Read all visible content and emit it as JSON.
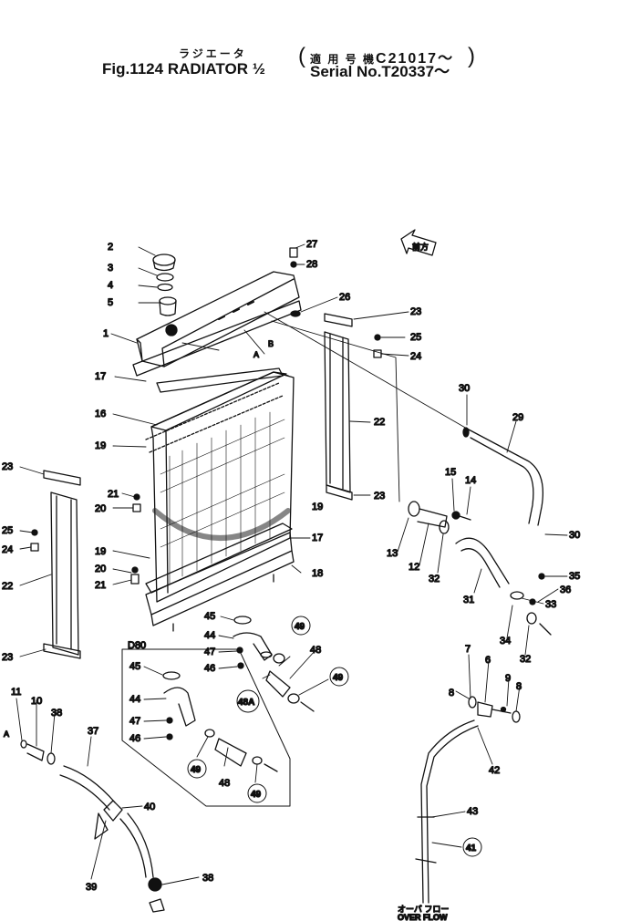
{
  "header": {
    "jp_title": "ラジエータ",
    "jp_serial": "適 用 号 機",
    "fig_title": "Fig.1124 RADIATOR ½",
    "serial_jp_value": "C21017～",
    "serial_en": "Serial No.T20337～",
    "paren_open": "(",
    "paren_close": ")"
  },
  "labels": {
    "front_mark": "前方",
    "inset_title": "D80",
    "overflow_jp": "オーバ フロー",
    "overflow_en": "OVER FLOW",
    "ref_a": "A",
    "ref_b": "B",
    "ref_a2": "A"
  },
  "callouts": [
    {
      "id": "c2",
      "text": "2"
    },
    {
      "id": "c3",
      "text": "3"
    },
    {
      "id": "c4",
      "text": "4"
    },
    {
      "id": "c5",
      "text": "5"
    },
    {
      "id": "c1",
      "text": "1"
    },
    {
      "id": "c17a",
      "text": "17"
    },
    {
      "id": "c16",
      "text": "16"
    },
    {
      "id": "c19a",
      "text": "19"
    },
    {
      "id": "c27",
      "text": "27"
    },
    {
      "id": "c28",
      "text": "28"
    },
    {
      "id": "c26",
      "text": "26"
    },
    {
      "id": "c23a",
      "text": "23"
    },
    {
      "id": "c25a",
      "text": "25"
    },
    {
      "id": "c24a",
      "text": "24"
    },
    {
      "id": "c22a",
      "text": "22"
    },
    {
      "id": "c23b",
      "text": "23"
    },
    {
      "id": "c30a",
      "text": "30"
    },
    {
      "id": "c29",
      "text": "29"
    },
    {
      "id": "c30b",
      "text": "30"
    },
    {
      "id": "c15",
      "text": "15"
    },
    {
      "id": "c14",
      "text": "14"
    },
    {
      "id": "c13",
      "text": "13"
    },
    {
      "id": "c12",
      "text": "12"
    },
    {
      "id": "c32a",
      "text": "32"
    },
    {
      "id": "c31",
      "text": "31"
    },
    {
      "id": "c35",
      "text": "35"
    },
    {
      "id": "c36a",
      "text": "36"
    },
    {
      "id": "c33",
      "text": "33"
    },
    {
      "id": "c34",
      "text": "34"
    },
    {
      "id": "c32b",
      "text": "32"
    },
    {
      "id": "c23c",
      "text": "23"
    },
    {
      "id": "c25b",
      "text": "25"
    },
    {
      "id": "c24b",
      "text": "24"
    },
    {
      "id": "c22b",
      "text": "22"
    },
    {
      "id": "c23d",
      "text": "23"
    },
    {
      "id": "c21a",
      "text": "21"
    },
    {
      "id": "c20a",
      "text": "20"
    },
    {
      "id": "c19b",
      "text": "19"
    },
    {
      "id": "c19c",
      "text": "19"
    },
    {
      "id": "c20b",
      "text": "20"
    },
    {
      "id": "c21b",
      "text": "21"
    },
    {
      "id": "c17b",
      "text": "17"
    },
    {
      "id": "c18",
      "text": "18"
    },
    {
      "id": "c45a",
      "text": "45"
    },
    {
      "id": "c44a",
      "text": "44"
    },
    {
      "id": "c47a",
      "text": "47"
    },
    {
      "id": "c46a",
      "text": "46"
    },
    {
      "id": "c49a",
      "text": "49"
    },
    {
      "id": "c48a",
      "text": "48"
    },
    {
      "id": "c48A",
      "text": "48A"
    },
    {
      "id": "c49b",
      "text": "49"
    },
    {
      "id": "c45b",
      "text": "45"
    },
    {
      "id": "c44b",
      "text": "44"
    },
    {
      "id": "c47b",
      "text": "47"
    },
    {
      "id": "c46b",
      "text": "46"
    },
    {
      "id": "c49c",
      "text": "49"
    },
    {
      "id": "c48b",
      "text": "48"
    },
    {
      "id": "c49d",
      "text": "49"
    },
    {
      "id": "c7",
      "text": "7"
    },
    {
      "id": "c6",
      "text": "6"
    },
    {
      "id": "c9",
      "text": "9"
    },
    {
      "id": "c8a",
      "text": "8"
    },
    {
      "id": "c8b",
      "text": "8"
    },
    {
      "id": "c42",
      "text": "42"
    },
    {
      "id": "c43",
      "text": "43"
    },
    {
      "id": "c41",
      "text": "41"
    },
    {
      "id": "c11",
      "text": "11"
    },
    {
      "id": "c10",
      "text": "10"
    },
    {
      "id": "c38a",
      "text": "38"
    },
    {
      "id": "c37",
      "text": "37"
    },
    {
      "id": "c40",
      "text": "40"
    },
    {
      "id": "c39",
      "text": "39"
    },
    {
      "id": "c38b",
      "text": "38"
    }
  ]
}
